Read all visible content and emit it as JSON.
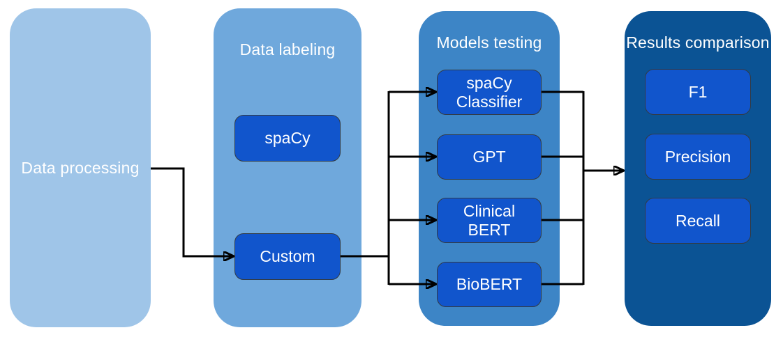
{
  "diagram": {
    "stages": [
      {
        "id": "data-processing",
        "title": "Data processing",
        "color": "#9fc5e8",
        "items": []
      },
      {
        "id": "data-labeling",
        "title": "Data labeling",
        "color": "#6fa8dc",
        "items": [
          {
            "label": "spaCy"
          },
          {
            "label": "Custom"
          }
        ]
      },
      {
        "id": "models-testing",
        "title": "Models testing",
        "color": "#3d85c6",
        "items": [
          {
            "label": "spaCy Classifier"
          },
          {
            "label": "GPT"
          },
          {
            "label": "Clinical BERT"
          },
          {
            "label": "BioBERT"
          }
        ]
      },
      {
        "id": "results-comparison",
        "title": "Results comparison",
        "color": "#0b5394",
        "items": [
          {
            "label": "F1"
          },
          {
            "label": "Precision"
          },
          {
            "label": "Recall"
          }
        ]
      }
    ],
    "node_fill_color": "#1155cc",
    "node_border_color": "#333b44",
    "arrow_color": "#000000",
    "connections": [
      {
        "from": "Data processing",
        "to": "Custom"
      },
      {
        "from": "Custom",
        "to": "spaCy Classifier"
      },
      {
        "from": "Custom",
        "to": "GPT"
      },
      {
        "from": "Custom",
        "to": "Clinical BERT"
      },
      {
        "from": "Custom",
        "to": "BioBERT"
      },
      {
        "from": "spaCy Classifier",
        "to": "Results comparison"
      },
      {
        "from": "GPT",
        "to": "Results comparison"
      },
      {
        "from": "Clinical BERT",
        "to": "Results comparison"
      },
      {
        "from": "BioBERT",
        "to": "Results comparison"
      }
    ]
  }
}
